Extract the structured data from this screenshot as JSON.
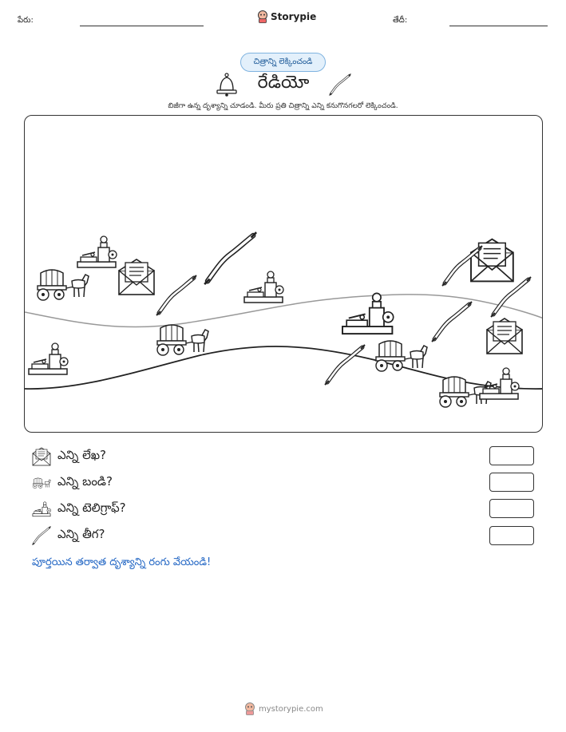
{
  "header": {
    "name_label": "పేరు:",
    "brand": "Storypie",
    "date_label": "తేదీ:"
  },
  "badge": "చిత్రాన్ని లెక్కించండి",
  "title": "రేడియో",
  "instructions": "బిజీగా ఉన్న దృశ్యాన్ని చూడండి. మీరు ప్రతి చిత్రాన్ని ఎన్ని కనుగొనగలరో లెక్కించండి.",
  "questions": [
    {
      "icon": "envelope-icon",
      "text": "ఎన్ని లేఖ?"
    },
    {
      "icon": "wagon-icon",
      "text": "ఎన్ని బండి?"
    },
    {
      "icon": "telegraph-icon",
      "text": "ఎన్ని టెలిగ్రాఫ్?"
    },
    {
      "icon": "wire-icon",
      "text": "ఎన్ని తీగ?"
    }
  ],
  "color_instruction": "పూర్తయిన తర్వాత దృశ్యాన్ని రంగు వేయండి!",
  "footer": "mystorypie.com"
}
